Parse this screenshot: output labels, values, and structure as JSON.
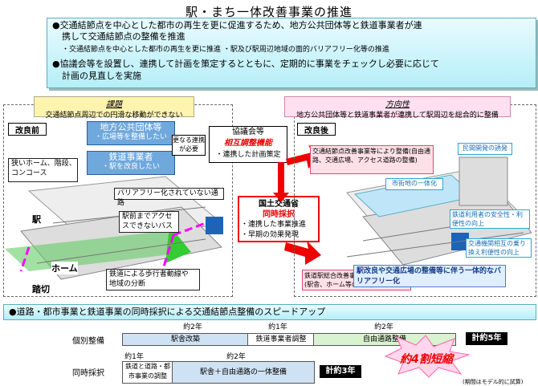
{
  "title": "駅・まち一体改善事業の推進",
  "intro": {
    "b1": "●交通結節点を中心とした都市の再生を更に促進するため、地方公共団体等と鉄道事業者が連",
    "b1b": "携して交通結節点の整備を推進",
    "s1": "・交通結節点を中心とした都市の再生を更に推進 ・駅及び駅周辺地域の面的バリアフリー化等の推進",
    "b2": "●協議会等を設置し、連携して計画を策定するとともに、定期的に事業をチェックし必要に応じて",
    "b2b": "計画の見直しを実施"
  },
  "left": {
    "head_label": "課題",
    "head_desc": "交通結節点周辺での円滑な移動ができない",
    "tag": "改良前",
    "local_title": "地方公共団体等",
    "local_desc": "・広場等を整備したい",
    "rail_title": "鉄道事業者",
    "rail_desc": "・駅を改良したい",
    "bracket_text": "更なる連携が必要",
    "c_home": "狭いホーム、階段、",
    "c_home2": "コンコース",
    "c_barrier": "バリアフリー化されていない通路",
    "c_access": "駅前までアクセ",
    "c_access2": "スできないバス",
    "c_walk": "鉄道による歩行者動線や",
    "c_walk2": "地域の分断",
    "lbl_station": "駅",
    "lbl_home": "ホーム",
    "lbl_crossing": "踏切"
  },
  "center": {
    "council_title": "協議会等",
    "council_red": "相互調整機能",
    "council_desc": "・連携した計画策定",
    "mlit_title": "国土交通省",
    "mlit_red": "同時採択",
    "mlit_d1": "・連携した事業推進",
    "mlit_d2": "・早期の効果発現"
  },
  "right": {
    "head_label": "方向性",
    "head_desc": "地方公共団体等と鉄道事業者が連携して駅周辺を総合的に整備",
    "tag": "改良後",
    "c_road": "交通結節点改善事業等により整備(自由通路、交通広場、アクセス道路の整備)",
    "c_rail": "鉄道駅総合改善事業等により整備(駅舎、ホーム等の改良)",
    "c_private": "民間開発の誘発",
    "c_unify": "市街地の一体化",
    "c_user": "鉄道利用者の安全性・利便性の向上",
    "c_transfer": "交通機関相互の乗り換え利便性の向上",
    "banner": "駅改良や交通広場の整備等に伴う一体的なバリアフリー化"
  },
  "lower": {
    "headline": "●道路・都市事業と鉄道事業の同時採択による交通結節点整備のスピードアップ",
    "row1_label": "個別整備",
    "row2_label": "同時採択",
    "yr2a": "約2年",
    "yr1a": "約1年",
    "yr2b": "約2年",
    "yr1b": "約1年",
    "yr2c": "約2年",
    "bar_station": "駅舎改築",
    "bar_rail_adj": "鉄道事業者調整",
    "bar_free_path": "自由通路整備",
    "total1": "計約5年",
    "bar_road_adj": "鉄道と道路・都市事業の調整",
    "bar_combined": "駅舎＋自由通路の一体整備",
    "total2": "計約3年",
    "reduction": "約4割短縮",
    "note": "(期間はモデル的に試算)"
  }
}
